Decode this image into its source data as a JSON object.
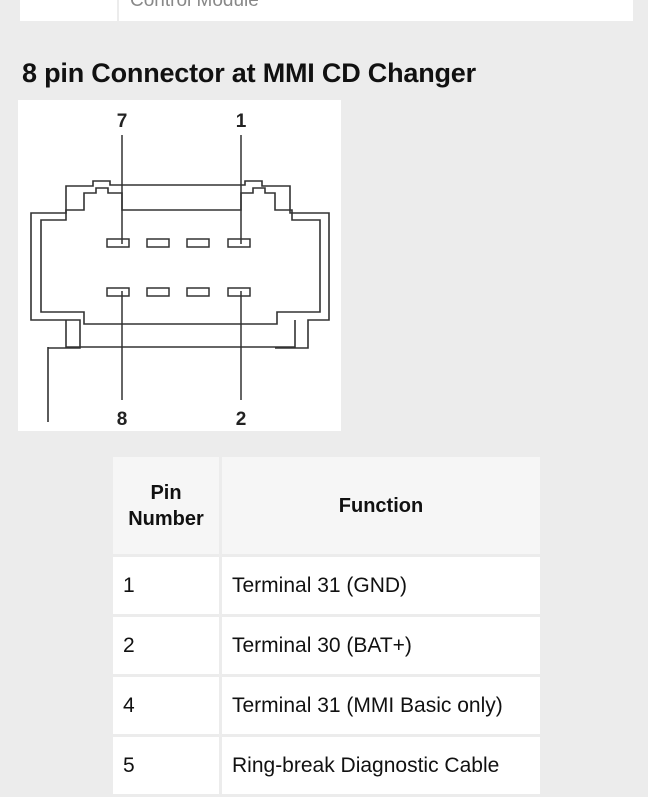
{
  "previous_table_fragment": {
    "cut_text": "Control Module"
  },
  "section": {
    "title": "8 pin Connector at MMI CD Changer"
  },
  "diagram": {
    "pin_labels": {
      "top_left": "7",
      "top_right": "1",
      "bottom_left": "8",
      "bottom_right": "2"
    }
  },
  "pin_table": {
    "headers": {
      "pin": "Pin Number",
      "function": "Function"
    },
    "rows": [
      {
        "pin": "1",
        "function": "Terminal 31 (GND)"
      },
      {
        "pin": "2",
        "function": "Terminal 30 (BAT+)"
      },
      {
        "pin": "4",
        "function": "Terminal 31 (MMI Basic only)"
      },
      {
        "pin": "5",
        "function": "Ring-break Diagnostic Cable"
      }
    ]
  }
}
